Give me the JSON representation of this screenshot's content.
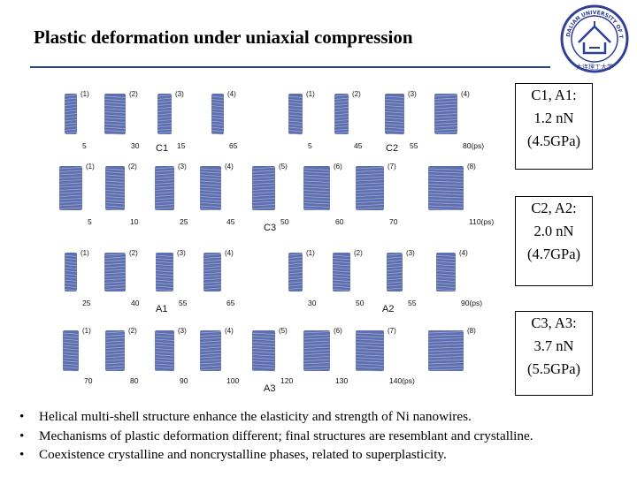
{
  "title": "Plastic deformation under uniaxial compression",
  "logo": {
    "ring_text": "DALIAN UNIVERSITY OF TECHNOLOGY",
    "motto": "大连理工大学",
    "ring_color": "#2f3e96"
  },
  "figure": {
    "atom_color": "#3a4f9e",
    "groups": [
      {
        "name": "C1",
        "frames": [
          "(1)",
          "(2)",
          "(3)",
          "(4)"
        ],
        "ticks": [
          "5",
          "30",
          "15",
          "65"
        ]
      },
      {
        "name": "C2",
        "frames": [
          "(1)",
          "(2)",
          "(3)",
          "(4)"
        ],
        "ticks": [
          "5",
          "45",
          "55",
          "80(ps)"
        ]
      },
      {
        "name": "C3",
        "frames": [
          "(1)",
          "(2)",
          "(3)",
          "(4)",
          "(5)",
          "(6)",
          "(7)",
          "(8)"
        ],
        "ticks": [
          "5",
          "10",
          "25",
          "45",
          "50",
          "60",
          "70",
          "110(ps)"
        ]
      },
      {
        "name": "A1",
        "frames": [
          "(1)",
          "(2)",
          "(3)",
          "(4)"
        ],
        "ticks": [
          "25",
          "40",
          "55",
          "65"
        ]
      },
      {
        "name": "A2",
        "frames": [
          "(1)",
          "(2)",
          "(3)",
          "(4)"
        ],
        "ticks": [
          "30",
          "50",
          "55",
          "90(ps)"
        ]
      },
      {
        "name": "A3",
        "frames": [
          "(1)",
          "(2)",
          "(3)",
          "(4)",
          "(5)",
          "(6)",
          "(7)",
          "(8)"
        ],
        "ticks": [
          "70",
          "80",
          "90",
          "100",
          "120",
          "130",
          "140(ps)"
        ]
      }
    ]
  },
  "annotations": [
    {
      "lines": [
        "C1, A1:",
        "1.2 nN",
        "(4.5GPa)"
      ]
    },
    {
      "lines": [
        "C2, A2:",
        "2.0 nN",
        "(4.7GPa)"
      ]
    },
    {
      "lines": [
        "C3, A3:",
        "3.7 nN",
        "(5.5GPa)"
      ]
    }
  ],
  "bullet_marker": "•",
  "bullets": [
    "Helical multi-shell structure enhance the elasticity and strength of Ni nanowires.",
    "Mechanisms of plastic deformation different; final structures are resemblant and crystalline.",
    "Coexistence crystalline and noncrystalline phases, related to superplasticity."
  ]
}
